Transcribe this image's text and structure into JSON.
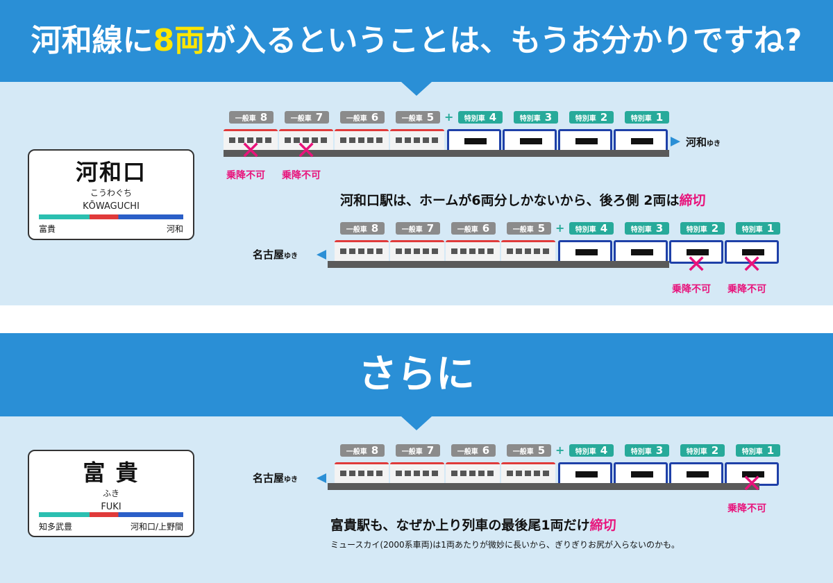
{
  "header": {
    "title_pre": "河和線に",
    "title_hl": "8両",
    "title_post": "が入るということは、もうお分かりですね?"
  },
  "section2": {
    "title": "さらに"
  },
  "sign_kowaguchi": {
    "kanji": "河和口",
    "kana": "こうわぐち",
    "romaji": "KŌWAGUCHI",
    "left": "富貴",
    "right": "河和"
  },
  "sign_fuki": {
    "kanji": "富 貴",
    "kana": "ふき",
    "romaji": "FUKI",
    "left": "知多武豊",
    "right": "河和口/上野間"
  },
  "labels": {
    "general": "一般車",
    "special": "特別車",
    "plus": "+",
    "nogo": "乗降不可",
    "x": "✕"
  },
  "car_numbers": [
    "8",
    "7",
    "6",
    "5",
    "4",
    "3",
    "2",
    "1"
  ],
  "dest": {
    "kowa": "河和",
    "nagoya": "名古屋",
    "yuki": "ゆき"
  },
  "caption1": {
    "text": "河和口駅は、ホームが6両分しかないから、後ろ側 2両は",
    "hl": "締切"
  },
  "caption2": {
    "text": "富貴駅も、なぜか上り列車の最後尾1両だけ",
    "hl": "締切"
  },
  "note": "ミュースカイ(2000系車両)は1両あたりが微妙に長いから、ぎりぎりお尻が入らないのかも。",
  "colors": {
    "banner": "#2a8fd6",
    "panel": "#d5e9f6",
    "pink": "#e8137b",
    "highlight": "#ffe600"
  }
}
